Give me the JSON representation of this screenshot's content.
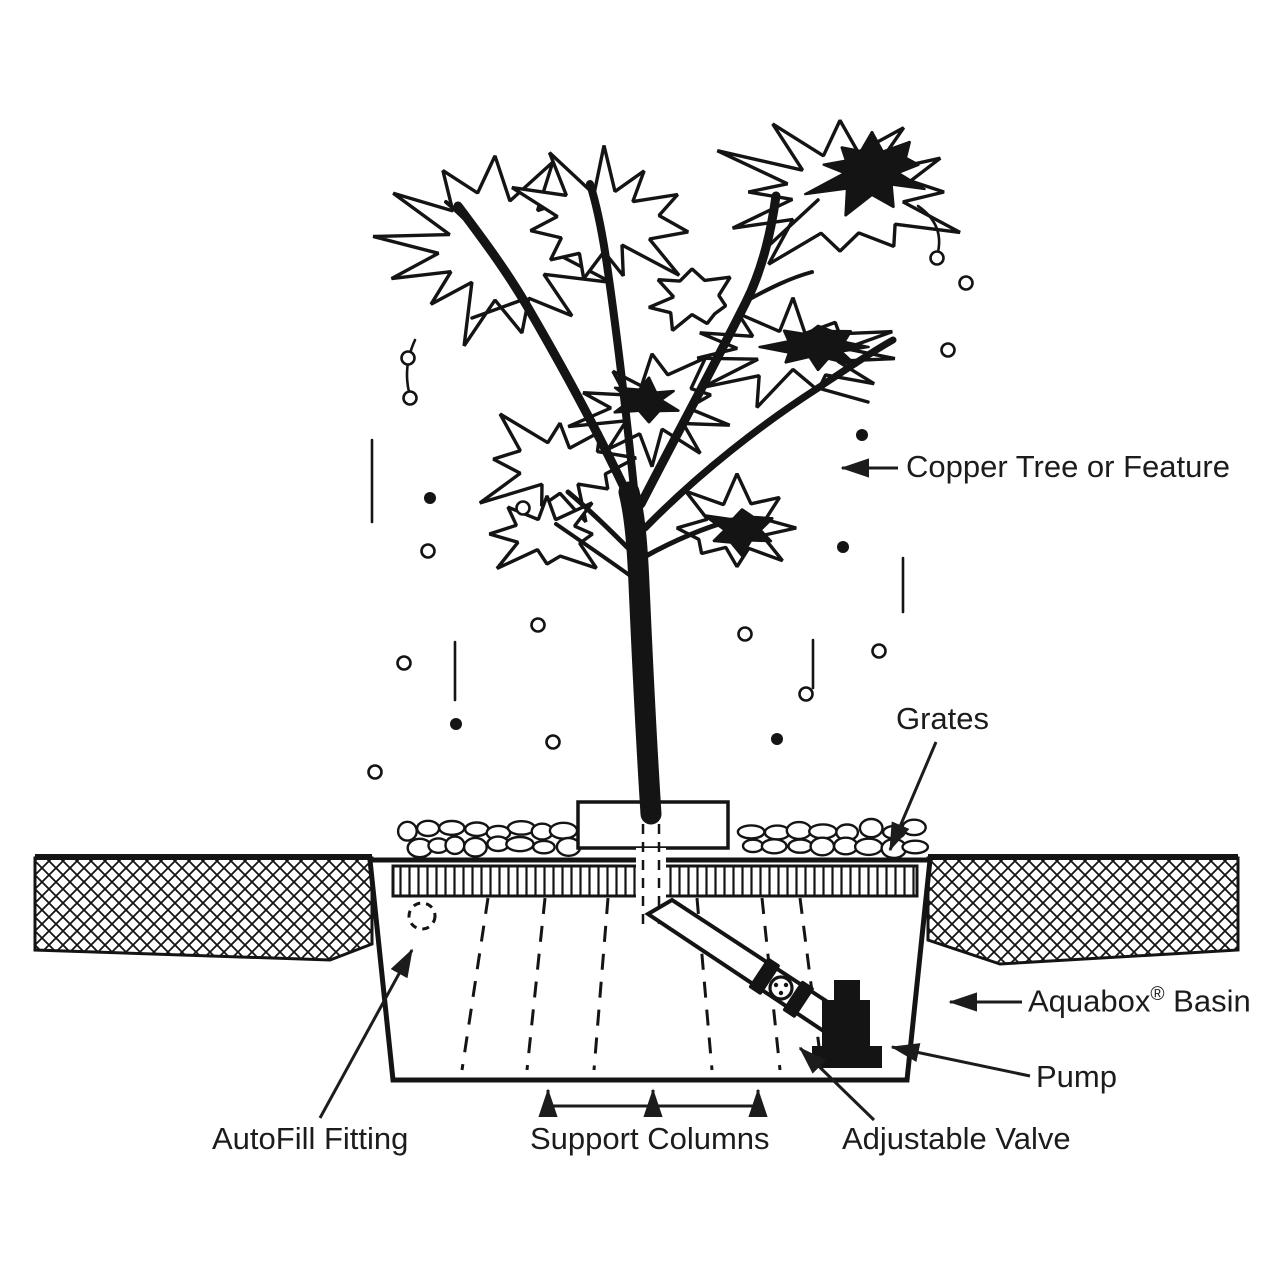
{
  "diagram": {
    "labels": {
      "copper_tree": "Copper Tree or Feature",
      "grates": "Grates",
      "aquabox_name": "Aquabox",
      "aquabox_reg": "®",
      "aquabox_rest": " Basin",
      "pump": "Pump",
      "adjustable_valve": "Adjustable Valve",
      "support_columns": "Support Columns",
      "autofill_fitting": "AutoFill Fitting"
    },
    "colors": {
      "ink": "#141414",
      "background": "#ffffff"
    }
  }
}
